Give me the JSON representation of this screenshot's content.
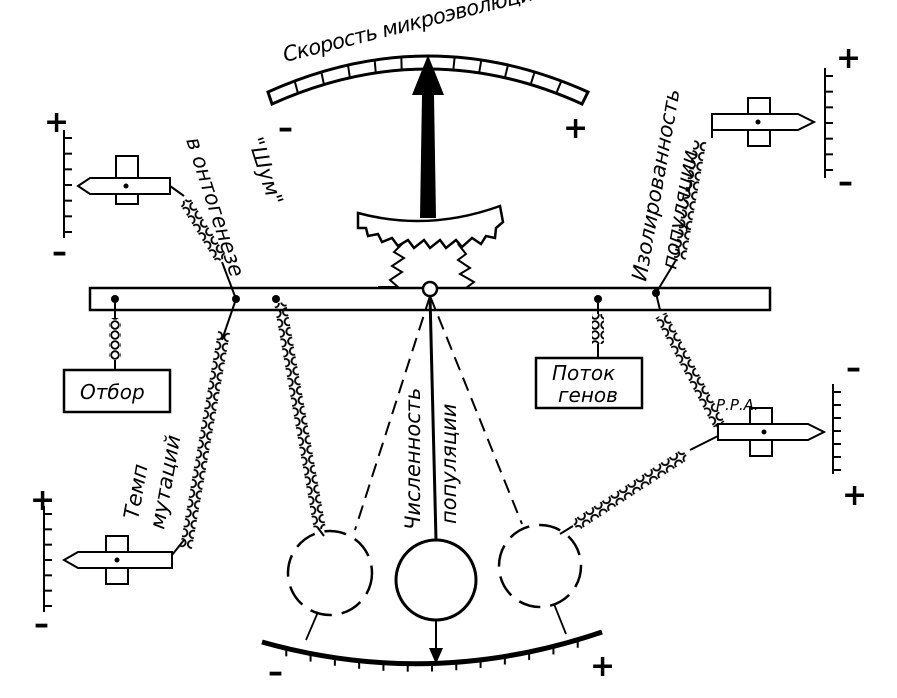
{
  "speed_scale": {
    "title": "Скорость микроэволюции",
    "minus": "–",
    "plus": "+"
  },
  "boxes": {
    "selection": "Отбор",
    "gene_flow_line1": "Поток",
    "gene_flow_line2": "генов"
  },
  "labels": {
    "noise_line1": "\"Шум\"",
    "noise_line2": "в онтогенезе",
    "isolation_line1": "Изолированность",
    "isolation_line2": "популяции",
    "mutation_line1": "Темп",
    "mutation_line2": "мутаций",
    "population_size_line1": "Численность",
    "population_size_line2": "популяции",
    "rra": "Р.Р.А."
  },
  "gauges": {
    "top_left": {
      "plus": "+",
      "minus": "–"
    },
    "top_right": {
      "plus": "+",
      "minus": "–"
    },
    "bottom_left": {
      "plus": "+",
      "minus": "–"
    },
    "bottom_right": {
      "plus": "+",
      "minus": "–"
    }
  },
  "bottom_scale": {
    "minus": "–",
    "plus": "+"
  }
}
